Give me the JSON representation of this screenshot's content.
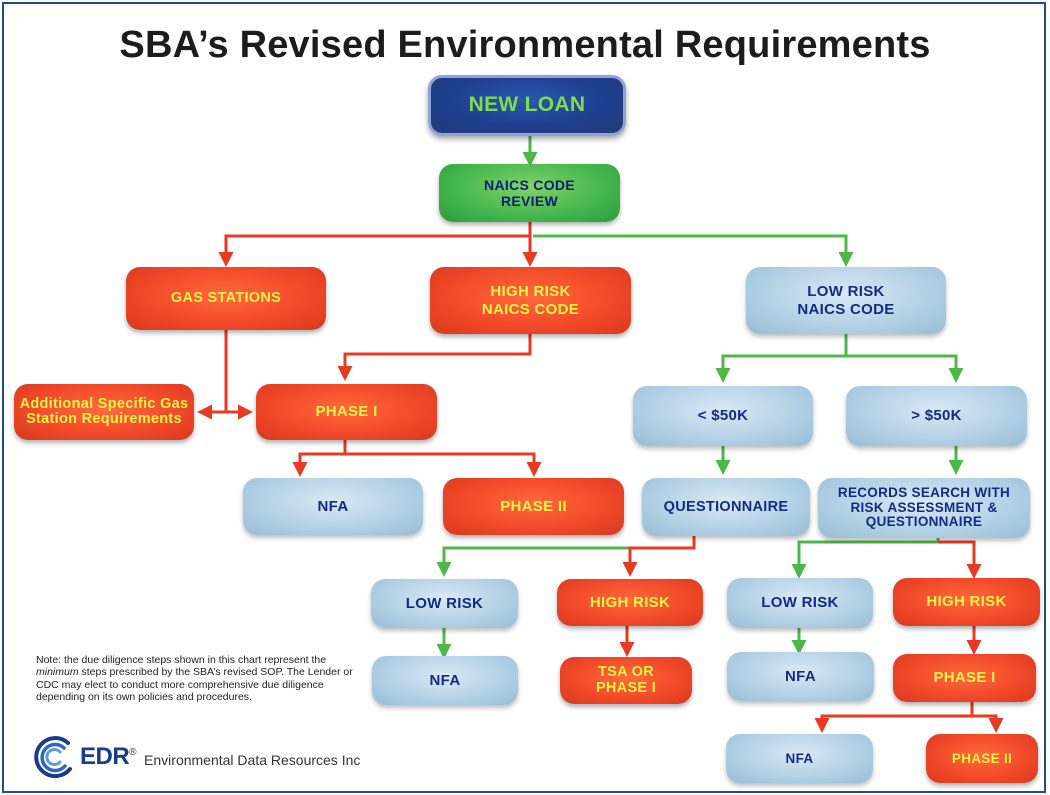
{
  "title": "SBA’s Revised Environmental Requirements",
  "colors": {
    "arrow_red": "#e83a22",
    "arrow_green": "#4cb848",
    "navy": "#1e3f8f",
    "title": "#1c1c1c"
  },
  "nodes": {
    "new_loan": "NEW LOAN",
    "naics_review": "NAICS CODE REVIEW",
    "gas_stations": "GAS STATIONS",
    "high_risk_naics": "HIGH RISK NAICS CODE",
    "low_risk_naics": "LOW RISK NAICS CODE",
    "additional_gas": "Additional Specific Gas Station Requirements",
    "phase1_left": "PHASE I",
    "under_50k": "< $50K",
    "over_50k": "> $50K",
    "nfa_1": "NFA",
    "phase2_1": "PHASE II",
    "questionnaire": "QUESTIONNAIRE",
    "records_search": "RECORDS SEARCH WITH RISK ASSESSMENT & QUESTIONNAIRE",
    "low_risk_q": "LOW RISK",
    "high_risk_q": "HIGH RISK",
    "low_risk_r": "LOW RISK",
    "high_risk_r": "HIGH RISK",
    "nfa_2": "NFA",
    "tsa_phase1": "TSA OR PHASE I",
    "nfa_3": "NFA",
    "phase1_right": "PHASE I",
    "nfa_4": "NFA",
    "phase2_2": "PHASE II"
  },
  "note": {
    "before": "Note: the due diligence steps shown in this chart represent the ",
    "emphasis": "minimum",
    "after": " steps prescribed by the SBA’s revised SOP. The Lender or CDC may elect to conduct more comprehensive due diligence depending on its own policies and procedures."
  },
  "logo": {
    "icon": "edr-swirl-logo",
    "name": "EDR",
    "mark": "®",
    "company": "Environmental Data Resources Inc"
  }
}
